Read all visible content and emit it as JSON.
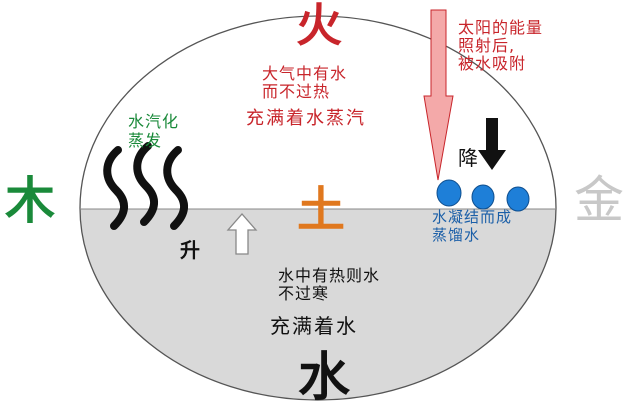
{
  "elements": {
    "fire": "火",
    "wood": "木",
    "metal": "金",
    "earth": "土",
    "water": "水"
  },
  "labels": {
    "air_line1": "大气中有水",
    "air_line2": "而不过热",
    "air_line3": "充满着水蒸汽",
    "sun_line1": "太阳的能量",
    "sun_line2": "照射后,",
    "sun_line3": "被水吸附",
    "evap_line1": "水汽化",
    "evap_line2": "蒸发",
    "fall": "降",
    "rise": "升",
    "cond_line1": "水凝结而成",
    "cond_line2": "蒸馏水",
    "water_line1": "水中有热则水",
    "water_line2": "不过寒",
    "water_line3": "充满着水"
  },
  "colors": {
    "fire_red": "#c8252b",
    "wood_green": "#1a8a3a",
    "earth_orange": "#e0781e",
    "metal_gray": "#c8c8c8",
    "droplet_blue": "#1e7fd8",
    "water_fill": "#d9d9d9",
    "sun_arrow": "#f4a9a9"
  }
}
